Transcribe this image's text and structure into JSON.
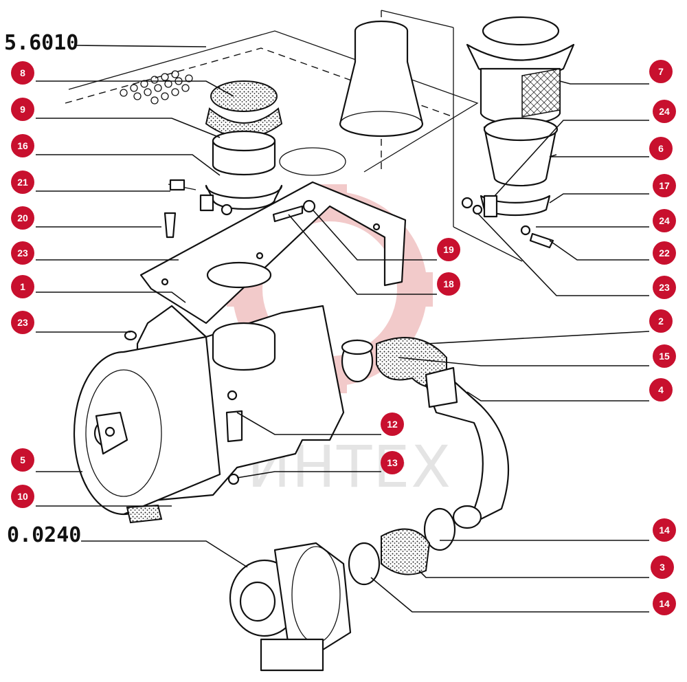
{
  "references": {
    "top": "5.6010",
    "bottom": "0.0240"
  },
  "watermark": {
    "text": "ИНТЕХ",
    "color": "#e8a0a0"
  },
  "marker_color": "#c8102e",
  "callouts": {
    "left": [
      "8",
      "9",
      "16",
      "21",
      "20",
      "23",
      "1",
      "23",
      "5",
      "10"
    ],
    "center": [
      "19",
      "18",
      "12",
      "13"
    ],
    "right": [
      "7",
      "24",
      "6",
      "17",
      "24",
      "22",
      "23",
      "2",
      "15",
      "4",
      "14",
      "3",
      "14"
    ]
  }
}
